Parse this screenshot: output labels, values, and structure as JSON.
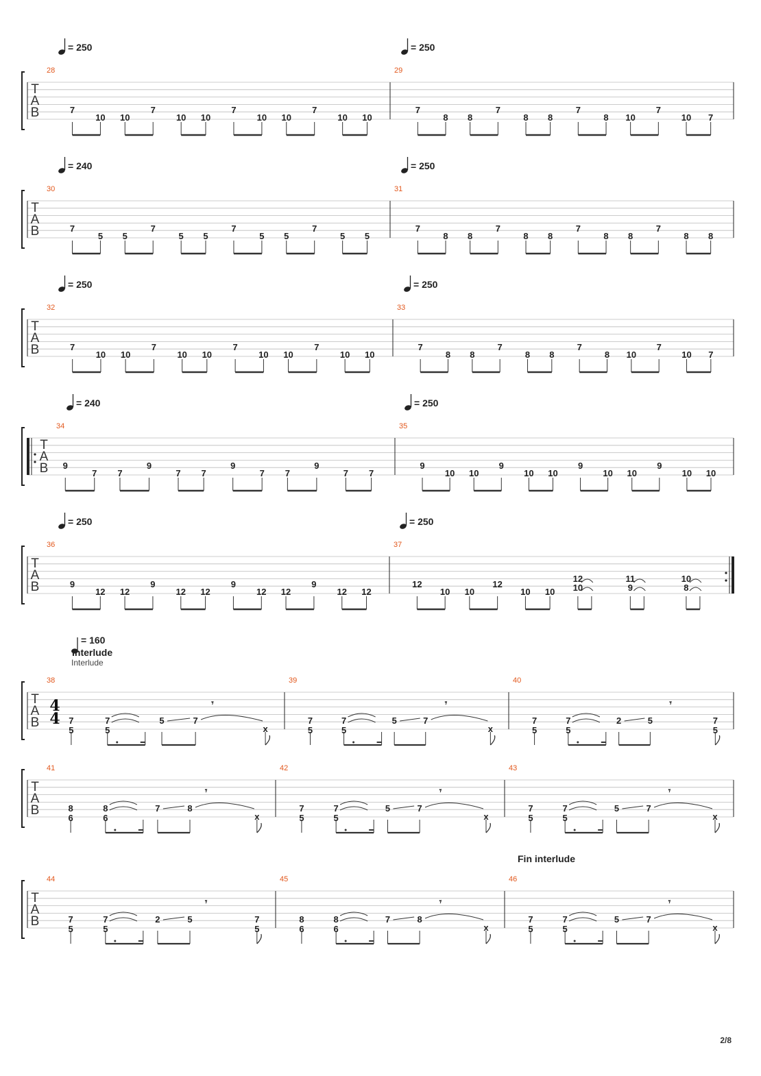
{
  "page": {
    "number_text": "2/8"
  },
  "systems": [
    {
      "tempos": [
        "250",
        "250"
      ],
      "measures": [
        {
          "number": "28",
          "notes": [
            [
              "7"
            ],
            [
              "10"
            ],
            [
              "10"
            ],
            [
              "7"
            ],
            [
              "10"
            ],
            [
              "10"
            ],
            [
              "7"
            ],
            [
              "10"
            ],
            [
              "10"
            ],
            [
              "7"
            ],
            [
              "10"
            ],
            [
              "10"
            ]
          ]
        },
        {
          "number": "29",
          "notes": [
            [
              "7"
            ],
            [
              "8"
            ],
            [
              "8"
            ],
            [
              "7"
            ],
            [
              "8"
            ],
            [
              "8"
            ],
            [
              "7"
            ],
            [
              "8"
            ],
            [
              "10"
            ],
            [
              "7"
            ],
            [
              "10"
            ],
            [
              "7"
            ]
          ]
        }
      ]
    },
    {
      "tempos": [
        "240",
        "250"
      ],
      "measures": [
        {
          "number": "30",
          "notes": [
            [
              "7"
            ],
            [
              "5"
            ],
            [
              "5"
            ],
            [
              "7"
            ],
            [
              "5"
            ],
            [
              "5"
            ],
            [
              "7"
            ],
            [
              "5"
            ],
            [
              "5"
            ],
            [
              "7"
            ],
            [
              "5"
            ],
            [
              "5"
            ]
          ]
        },
        {
          "number": "31",
          "notes": [
            [
              "7"
            ],
            [
              "8"
            ],
            [
              "8"
            ],
            [
              "7"
            ],
            [
              "8"
            ],
            [
              "8"
            ],
            [
              "7"
            ],
            [
              "8"
            ],
            [
              "8"
            ],
            [
              "7"
            ],
            [
              "8"
            ],
            [
              "8"
            ]
          ]
        }
      ]
    },
    {
      "tempos": [
        "250",
        "250"
      ],
      "measures": [
        {
          "number": "32",
          "notes": [
            [
              "7"
            ],
            [
              "10"
            ],
            [
              "10"
            ],
            [
              "7"
            ],
            [
              "10"
            ],
            [
              "10"
            ],
            [
              "7"
            ],
            [
              "10"
            ],
            [
              "10"
            ],
            [
              "7"
            ],
            [
              "10"
            ],
            [
              "10"
            ]
          ]
        },
        {
          "number": "33",
          "notes": [
            [
              "7"
            ],
            [
              "8"
            ],
            [
              "8"
            ],
            [
              "7"
            ],
            [
              "8"
            ],
            [
              "8"
            ],
            [
              "7"
            ],
            [
              "8"
            ],
            [
              "10"
            ],
            [
              "7"
            ],
            [
              "10"
            ],
            [
              "7"
            ]
          ]
        }
      ]
    },
    {
      "tempos": [
        "240",
        "250"
      ],
      "measures": [
        {
          "number": "34",
          "notes": [
            [
              "9"
            ],
            [
              "7"
            ],
            [
              "7"
            ],
            [
              "9"
            ],
            [
              "7"
            ],
            [
              "7"
            ],
            [
              "9"
            ],
            [
              "7"
            ],
            [
              "7"
            ],
            [
              "9"
            ],
            [
              "7"
            ],
            [
              "7"
            ]
          ]
        },
        {
          "number": "35",
          "notes": [
            [
              "9"
            ],
            [
              "10"
            ],
            [
              "10"
            ],
            [
              "9"
            ],
            [
              "10"
            ],
            [
              "10"
            ],
            [
              "9"
            ],
            [
              "10"
            ],
            [
              "10"
            ],
            [
              "9"
            ],
            [
              "10"
            ],
            [
              "10"
            ]
          ]
        }
      ]
    },
    {
      "tempos": [
        "250",
        "250"
      ],
      "measures": [
        {
          "number": "36",
          "notes": [
            [
              "9"
            ],
            [
              "12"
            ],
            [
              "12"
            ],
            [
              "9"
            ],
            [
              "12"
            ],
            [
              "12"
            ],
            [
              "9"
            ],
            [
              "12"
            ],
            [
              "12"
            ],
            [
              "9"
            ],
            [
              "12"
            ],
            [
              "12"
            ]
          ]
        },
        {
          "number": "37",
          "notes": [
            [
              "12"
            ],
            [
              "10"
            ],
            [
              "10"
            ],
            [
              "12"
            ],
            [
              "10"
            ],
            [
              "10"
            ],
            [
              "12",
              "10"
            ],
            [],
            [
              "11",
              "9"
            ],
            [],
            [
              "10",
              "8"
            ],
            []
          ]
        }
      ]
    },
    {
      "tempo": "160",
      "section_title": "Interlude",
      "section_subtitle": "Interlude",
      "time_signature": [
        "4",
        "4"
      ],
      "measures": [
        {
          "number": "38",
          "notes": [
            [
              "7",
              "5"
            ],
            [
              "7",
              "5"
            ],
            [
              "5"
            ],
            [
              "7"
            ],
            [
              "x"
            ]
          ]
        },
        {
          "number": "39",
          "notes": [
            [
              "7",
              "5"
            ],
            [
              "7",
              "5"
            ],
            [
              "5"
            ],
            [
              "7"
            ],
            [
              "x"
            ]
          ]
        },
        {
          "number": "40",
          "notes": [
            [
              "7",
              "5"
            ],
            [
              "7",
              "5"
            ],
            [
              "2"
            ],
            [
              "5"
            ],
            [
              "7",
              "5"
            ]
          ]
        }
      ]
    },
    {
      "measures": [
        {
          "number": "41",
          "notes": [
            [
              "8",
              "6"
            ],
            [
              "8",
              "6"
            ],
            [
              "7"
            ],
            [
              "8"
            ],
            [
              "x"
            ]
          ]
        },
        {
          "number": "42",
          "notes": [
            [
              "7",
              "5"
            ],
            [
              "7",
              "5"
            ],
            [
              "5"
            ],
            [
              "7"
            ],
            [
              "x"
            ]
          ]
        },
        {
          "number": "43",
          "notes": [
            [
              "7",
              "5"
            ],
            [
              "7",
              "5"
            ],
            [
              "5"
            ],
            [
              "7"
            ],
            [
              "x"
            ]
          ]
        }
      ]
    },
    {
      "section_end": "Fin interlude",
      "measures": [
        {
          "number": "44",
          "notes": [
            [
              "7",
              "5"
            ],
            [
              "7",
              "5"
            ],
            [
              "2"
            ],
            [
              "5"
            ],
            [
              "7",
              "5"
            ]
          ]
        },
        {
          "number": "45",
          "notes": [
            [
              "8",
              "6"
            ],
            [
              "8",
              "6"
            ],
            [
              "7"
            ],
            [
              "8"
            ],
            [
              "x"
            ]
          ]
        },
        {
          "number": "46",
          "notes": [
            [
              "7",
              "5"
            ],
            [
              "7",
              "5"
            ],
            [
              "5"
            ],
            [
              "7"
            ],
            [
              "x"
            ]
          ]
        }
      ]
    }
  ]
}
